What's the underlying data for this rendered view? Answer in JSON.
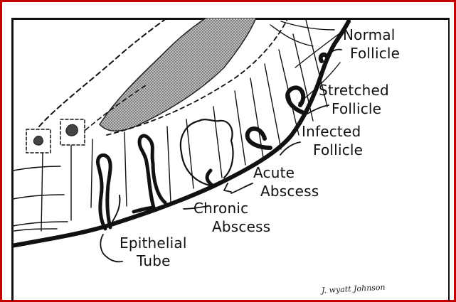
{
  "labels": {
    "normal_1": "Normal",
    "normal_2": "Follicle",
    "stretched_1": "Stretched",
    "stretched_2": "Follicle",
    "infected_1": "Infected",
    "infected_2": "Follicle",
    "acute_1": "Acute",
    "acute_2": "Abscess",
    "chronic_1": "Chronic",
    "chronic_2": "Abscess",
    "epithelial_1": "Epithelial",
    "epithelial_2": "Tube"
  },
  "signature": "J. wyatt Johnson",
  "colors": {
    "frame": "#c40000",
    "ink": "#111111",
    "stipple": "#777777"
  }
}
